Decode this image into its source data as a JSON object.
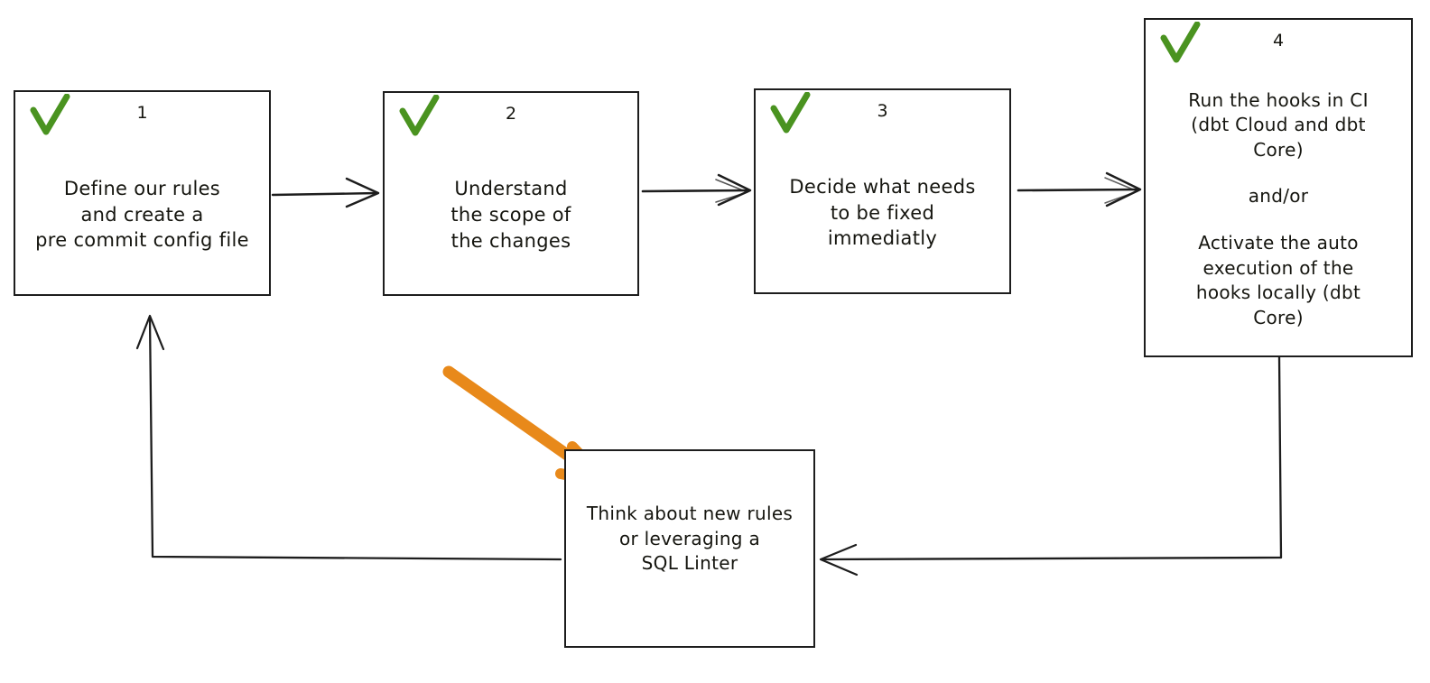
{
  "diagram": {
    "title": "pre-commit hooks workflow",
    "style": "hand-drawn flowchart",
    "colors": {
      "stroke": "#1d1d1d",
      "check_green": "#4a9320",
      "highlight_orange": "#e8891a",
      "background": "#ffffff",
      "text": "#15150f"
    },
    "nodes": [
      {
        "id": "step-1",
        "number": "1",
        "checked": true,
        "check_icon": "green-checkmark-icon",
        "lines": [
          "Define our rules",
          "and create a",
          "pre commit config file"
        ]
      },
      {
        "id": "step-2",
        "number": "2",
        "checked": true,
        "check_icon": "green-checkmark-icon",
        "lines": [
          "Understand",
          "the scope of",
          "the changes"
        ]
      },
      {
        "id": "step-3",
        "number": "3",
        "checked": true,
        "check_icon": "green-checkmark-icon",
        "lines": [
          "Decide what needs",
          "to be fixed",
          "immediatly"
        ]
      },
      {
        "id": "step-4",
        "number": "4",
        "checked": true,
        "check_icon": "green-checkmark-icon",
        "lines": [
          "Run the hooks in CI",
          "(dbt Cloud and dbt",
          "Core)"
        ],
        "connector": "and/or",
        "lines_2": [
          "Activate the auto",
          "execution of the",
          "hooks locally (dbt",
          "Core)"
        ]
      },
      {
        "id": "step-loop",
        "number": "",
        "checked": false,
        "lines": [
          "Think about new rules",
          "or leveraging a",
          "SQL Linter"
        ]
      }
    ],
    "edges": [
      {
        "id": "edge-1-2",
        "from": "step-1",
        "to": "step-2",
        "direction": "right"
      },
      {
        "id": "edge-2-3",
        "from": "step-2",
        "to": "step-3",
        "direction": "right"
      },
      {
        "id": "edge-3-4",
        "from": "step-3",
        "to": "step-4",
        "direction": "right"
      },
      {
        "id": "edge-4-loop",
        "from": "step-4",
        "to": "step-loop",
        "direction": "down-left"
      },
      {
        "id": "edge-loop-1",
        "from": "step-loop",
        "to": "step-1",
        "direction": "left-up"
      }
    ],
    "annotations": [
      {
        "id": "orange-pointer",
        "type": "arrow",
        "color": "#e8891a",
        "points_to": "step-loop"
      }
    ]
  }
}
